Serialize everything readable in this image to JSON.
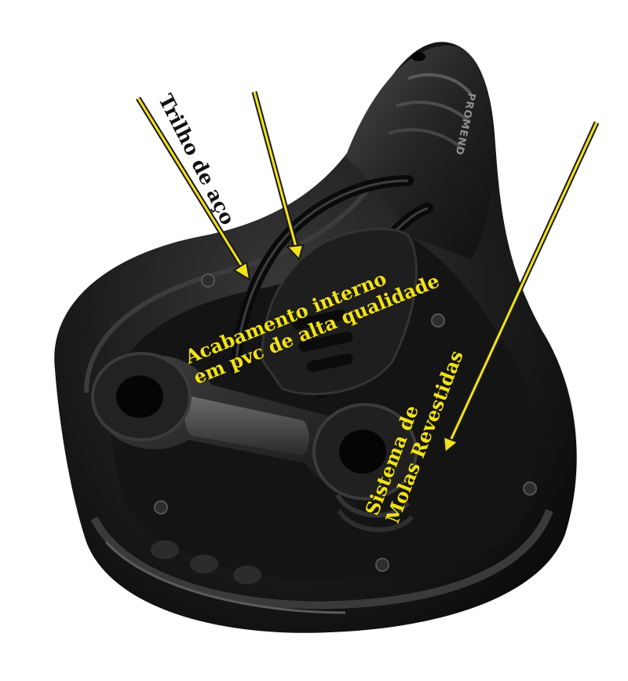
{
  "labels": {
    "rail": "Trilho de aço",
    "finish_line1": "Acabamento interno",
    "finish_line2": "em pvc de alta qualidade",
    "springs_line1": "Sistema de",
    "springs_line2": "Molas Revestidas"
  },
  "brand_text": "PROMEND",
  "colors": {
    "saddle": "#1b1b1b",
    "arrow_fill": "#f2e21b",
    "arrow_outline": "#1a1a1a",
    "label_dark": "#111111",
    "label_yellow": "#f2e21b"
  }
}
